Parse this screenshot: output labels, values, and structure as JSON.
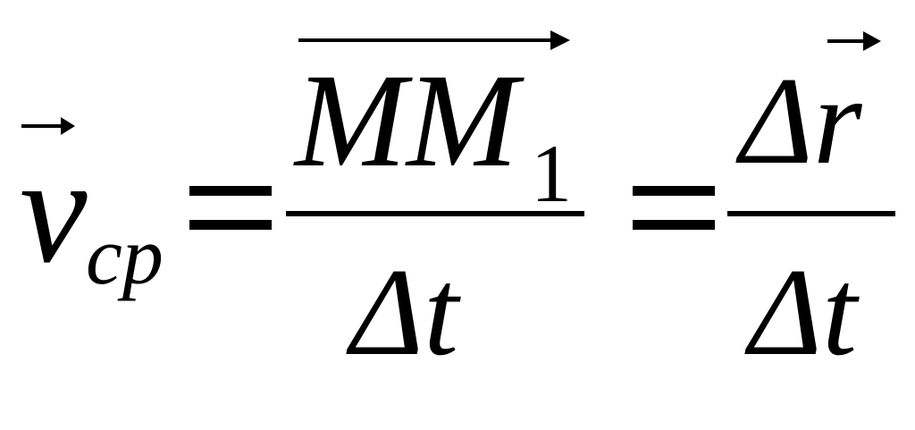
{
  "formula": {
    "lhs_symbol": "v",
    "lhs_subscript": "cp",
    "equals_1": "=",
    "frac1_numerator": "MM",
    "frac1_numerator_subscript": "1",
    "frac1_denominator": "Δt",
    "equals_2": "=",
    "frac2_numerator": "Δr",
    "frac2_denominator": "Δt"
  }
}
